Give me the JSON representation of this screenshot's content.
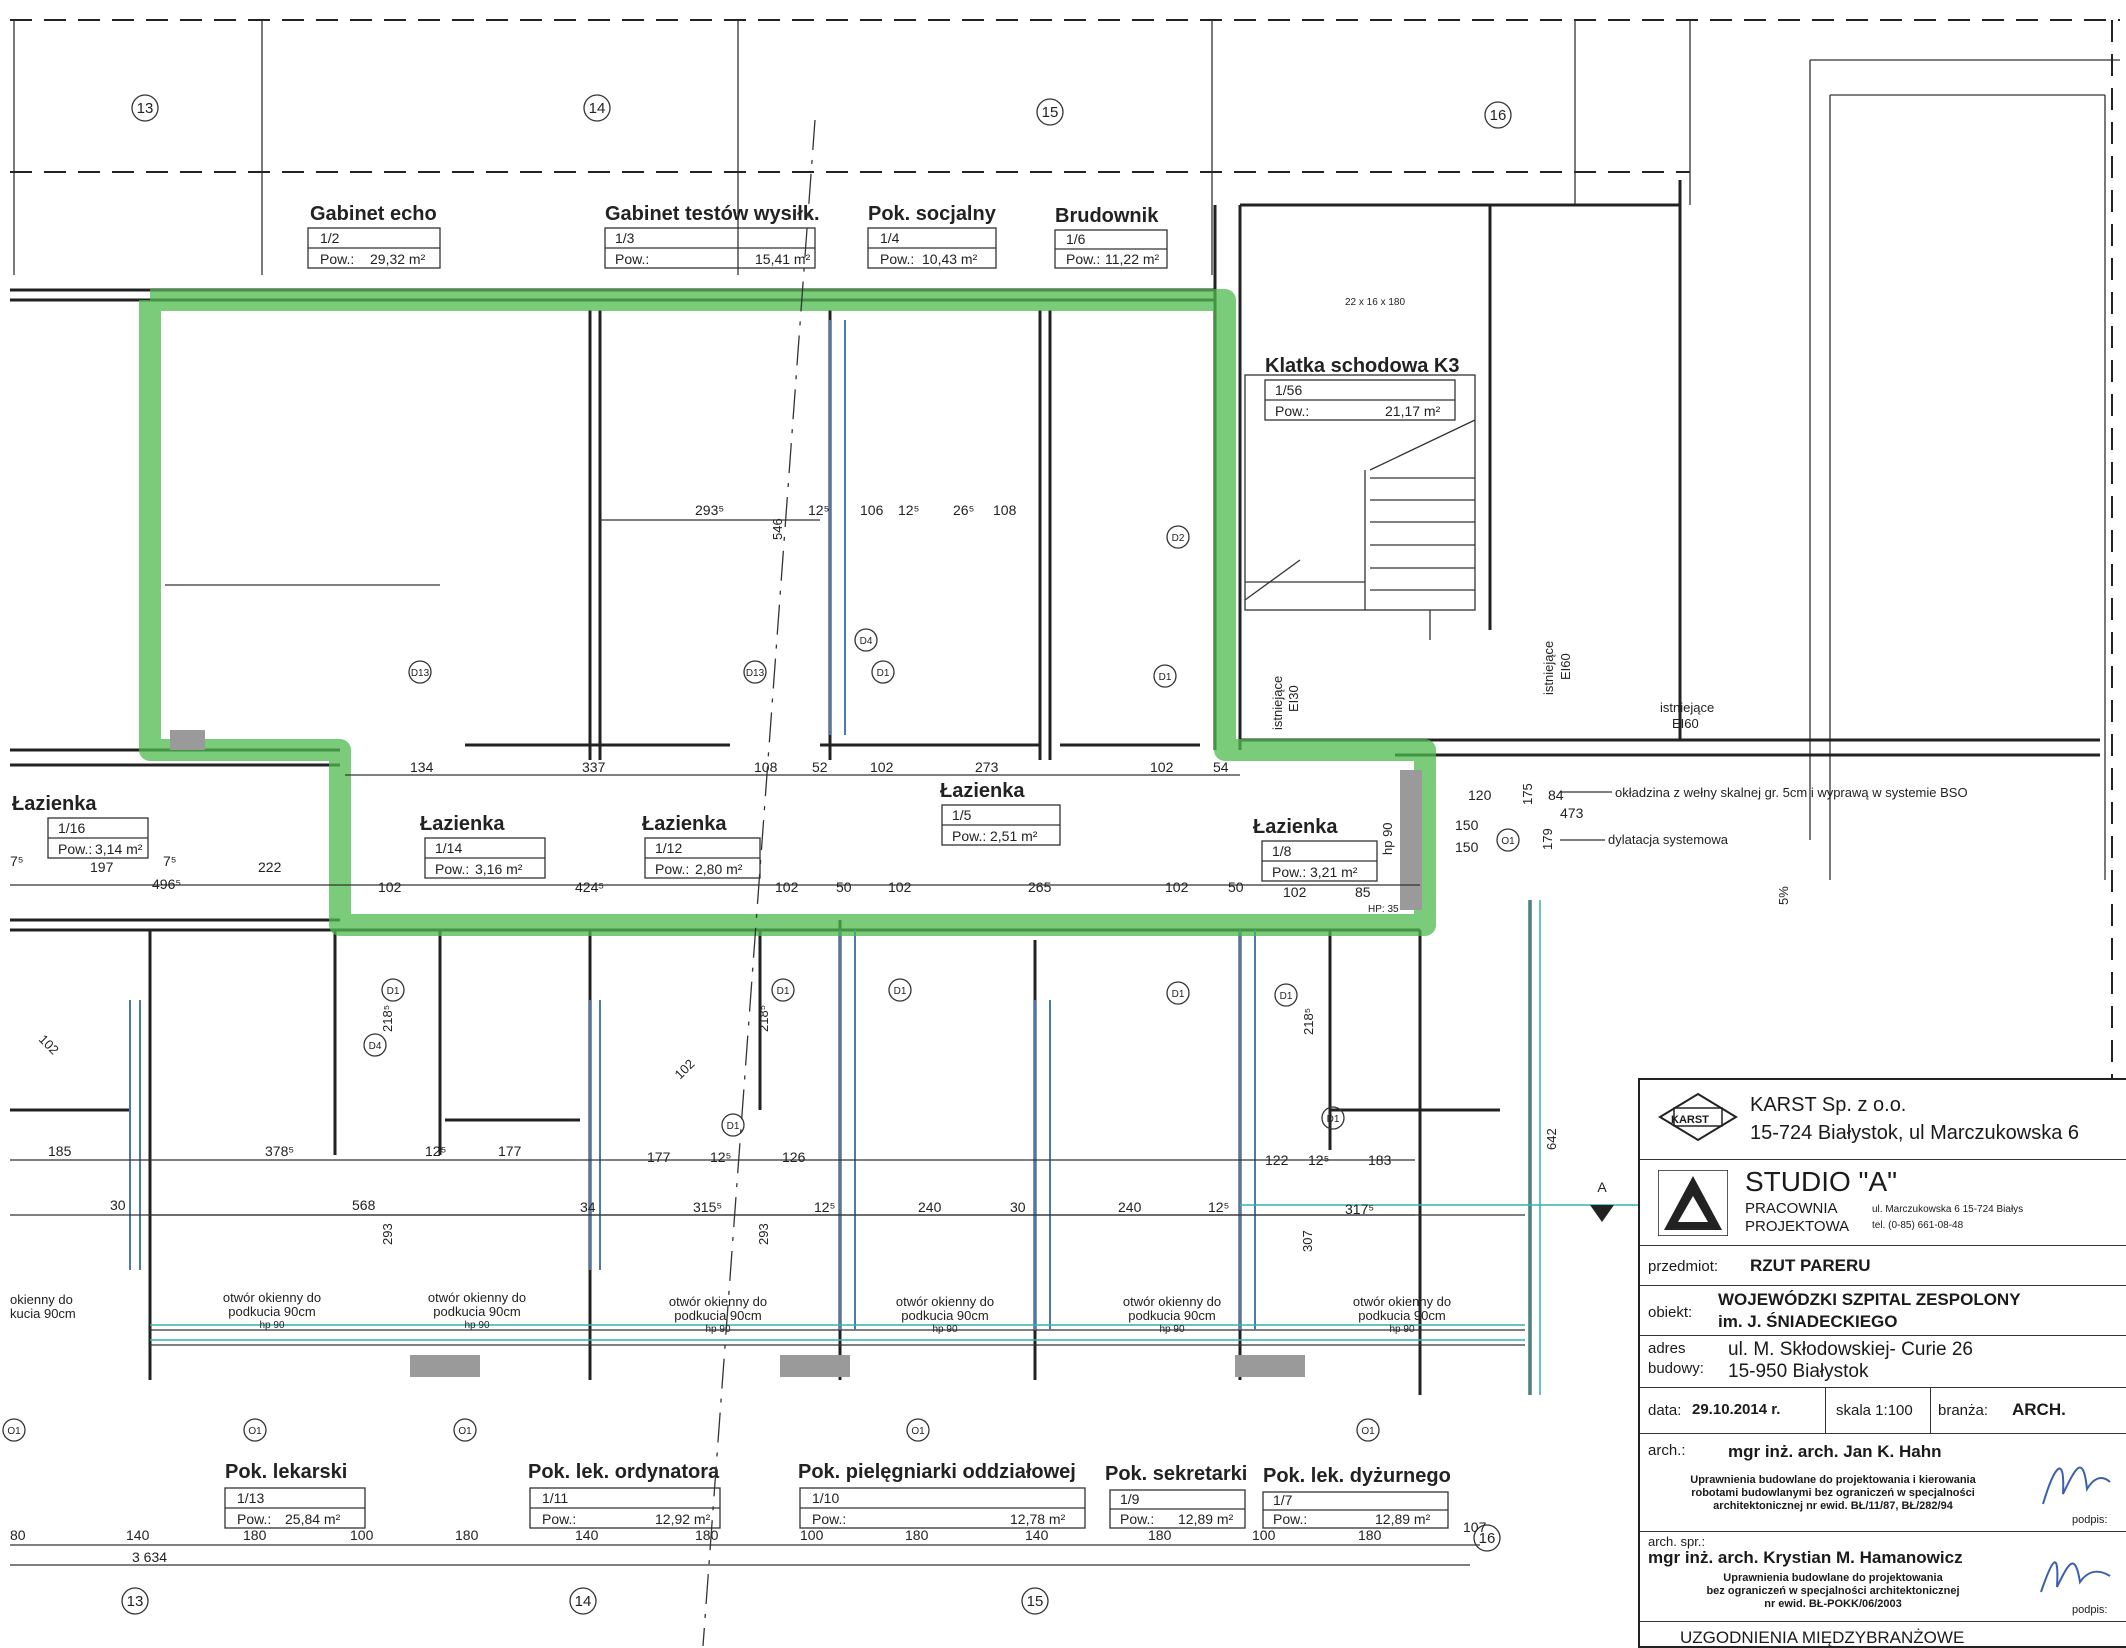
{
  "axes": {
    "top": [
      "13",
      "14",
      "15",
      "16"
    ],
    "bottom": [
      "13",
      "14",
      "15",
      "16"
    ]
  },
  "rooms_top": [
    {
      "name": "Gabinet echo",
      "num": "1/2",
      "area_label": "Pow.:",
      "area": "29,32 m²"
    },
    {
      "name": "Gabinet testów wysiłk.",
      "num": "1/3",
      "area_label": "Pow.:",
      "area": "15,41 m²"
    },
    {
      "name": "Pok. socjalny",
      "num": "1/4",
      "area_label": "Pow.:",
      "area": "10,43 m²"
    },
    {
      "name": "Brudownik",
      "num": "1/6",
      "area_label": "Pow.:",
      "area": "11,22 m²"
    }
  ],
  "stair": {
    "name": "Klatka schodowa K3",
    "num": "1/56",
    "area_label": "Pow.:",
    "area": "21,17 m²",
    "small": "22 x 16 x 180"
  },
  "rooms_mid": [
    {
      "name": "Łazienka",
      "num": "1/16",
      "area_label": "Pow.:",
      "area": "3,14 m²"
    },
    {
      "name": "Łazienka",
      "num": "1/14",
      "area_label": "Pow.:",
      "area": "3,16 m²"
    },
    {
      "name": "Łazienka",
      "num": "1/12",
      "area_label": "Pow.:",
      "area": "2,80 m²"
    },
    {
      "name": "Łazienka",
      "num": "1/5",
      "area_label": "Pow.:",
      "area": "2,51 m²"
    },
    {
      "name": "Łazienka",
      "num": "1/8",
      "area_label": "Pow.:",
      "area": "3,21 m²"
    }
  ],
  "rooms_bottom": [
    {
      "name": "Pok. lekarski",
      "num": "1/13",
      "area_label": "Pow.:",
      "area": "25,84 m²"
    },
    {
      "name": "Pok. lek. ordynatora",
      "num": "1/11",
      "area_label": "Pow.:",
      "area": "12,92 m²"
    },
    {
      "name": "Pok. pielęgniarki oddziałowej",
      "num": "1/10",
      "area_label": "Pow.:",
      "area": "12,78 m²"
    },
    {
      "name": "Pok. sekretarki",
      "num": "1/9",
      "area_label": "Pow.:",
      "area": "12,89 m²"
    },
    {
      "name": "Pok. lek. dyżurnego",
      "num": "1/7",
      "area_label": "Pow.:",
      "area": "12,89 m²"
    }
  ],
  "windows": {
    "label_line1": "otwór okienny do",
    "label_line2": "podkucia 90cm",
    "label_line3": "hp 90",
    "partial_line1": "okienny do",
    "partial_line2": "kucia 90cm"
  },
  "fire_labels": [
    "istniejące",
    "EI30",
    "istniejące",
    "EI60",
    "istniejące",
    "EI60"
  ],
  "notes": {
    "wool": "okładzina z wełny skalnej gr. 5cm i wyprawą w systemie BSO",
    "dilatation": "dylatacja systemowa",
    "slope": "5%",
    "section": "A",
    "hp_label": "hp 90",
    "hp35": "HP: 35"
  },
  "dims_top": [
    "134",
    "337",
    "108",
    "52",
    "102",
    "273",
    "102",
    "54"
  ],
  "dims_inner_top": [
    "293⁵",
    "546",
    "12⁵",
    "106",
    "12⁵",
    "26⁵",
    "108"
  ],
  "dims_corridor": [
    "120",
    "84",
    "473",
    "175",
    "150",
    "150",
    "179"
  ],
  "dims_mid": [
    "197",
    "7⁵",
    "7⁵",
    "496⁵",
    "222",
    "102",
    "424⁵",
    "102",
    "50",
    "102",
    "265",
    "102",
    "50",
    "102",
    "85"
  ],
  "dims_row2": [
    "185",
    "378⁵",
    "12⁵",
    "177",
    "177",
    "12⁵",
    "126",
    "122",
    "12⁵",
    "183",
    "642"
  ],
  "dims_row3": [
    "30",
    "568",
    "34",
    "315⁵",
    "12⁵",
    "240",
    "30",
    "240",
    "12⁵",
    "317⁵"
  ],
  "dims_vert": [
    "293",
    "293",
    "307",
    "218⁵",
    "218⁵",
    "218⁵",
    "102",
    "102"
  ],
  "dims_bottom": [
    "80",
    "140",
    "180",
    "100",
    "180",
    "140",
    "180",
    "100",
    "180",
    "140",
    "180",
    "100",
    "180",
    "107"
  ],
  "dims_total": "3 634",
  "doors": [
    "D13",
    "D13",
    "D2",
    "D1",
    "D1",
    "D4",
    "D1",
    "D1",
    "D1",
    "D1",
    "D1",
    "D1",
    "D4",
    "D1"
  ],
  "o1_marks": [
    "O1",
    "O1",
    "O1",
    "O1",
    "O1",
    "O1"
  ],
  "titleblock": {
    "company": "KARST Sp. z o.o.",
    "company_addr": "15-724 Białystok, ul Marczukowska 6",
    "logo_text": "KARST",
    "studio": "STUDIO  \"A\"",
    "pracownia": "PRACOWNIA",
    "projektowa": "PROJEKTOWA",
    "studio_addr": "ul. Marczukowska 6  15-724 Białys",
    "studio_tel": "tel. (0-85) 661-08-48",
    "subject_label": "przedmiot:",
    "subject": "RZUT PARERU",
    "object_label": "obiekt:",
    "object_line1": "WOJEWÓDZKI SZPITAL ZESPOLONY",
    "object_line2": "im. J. ŚNIADECKIEGO",
    "address_label1": "adres",
    "address_label2": "budowy:",
    "address_line1": "ul. M. Skłodowskiej- Curie 26",
    "address_line2": "15-950 Białystok",
    "date_label": "data:",
    "date": "29.10.2014 r.",
    "scale": "skala 1:100",
    "branch_label": "branża:",
    "branch": "ARCH.",
    "arch_label": "arch.:",
    "arch_name": "mgr inż. arch. Jan K. Hahn",
    "arch_perm1": "Uprawnienia budowlane do projektowania i kierowania",
    "arch_perm2": "robotami budowlanymi bez ograniczeń w specjalności",
    "arch_perm3": "architektonicznej nr ewid. BŁ/11/87, BŁ/282/94",
    "sign_label": "podpis:",
    "arch2_label": "arch. spr.:",
    "arch2_name": "mgr inż. arch. Krystian M. Hamanowicz",
    "arch2_perm1": "Uprawnienia budowlane do projektowania",
    "arch2_perm2": "bez ograniczeń w specjalności architektonicznej",
    "arch2_perm3": "nr ewid. BŁ-POKK/06/2003",
    "sign_label2": "podpis:",
    "footer": "UZGODNIENIA MIĘDZYBRANŻOWE"
  },
  "colors": {
    "highlight": "#4db94d",
    "wall": "#222222",
    "blue_line": "#4a78b8",
    "cyan_line": "#34b1b1",
    "dim_red": "#d46a6a"
  }
}
